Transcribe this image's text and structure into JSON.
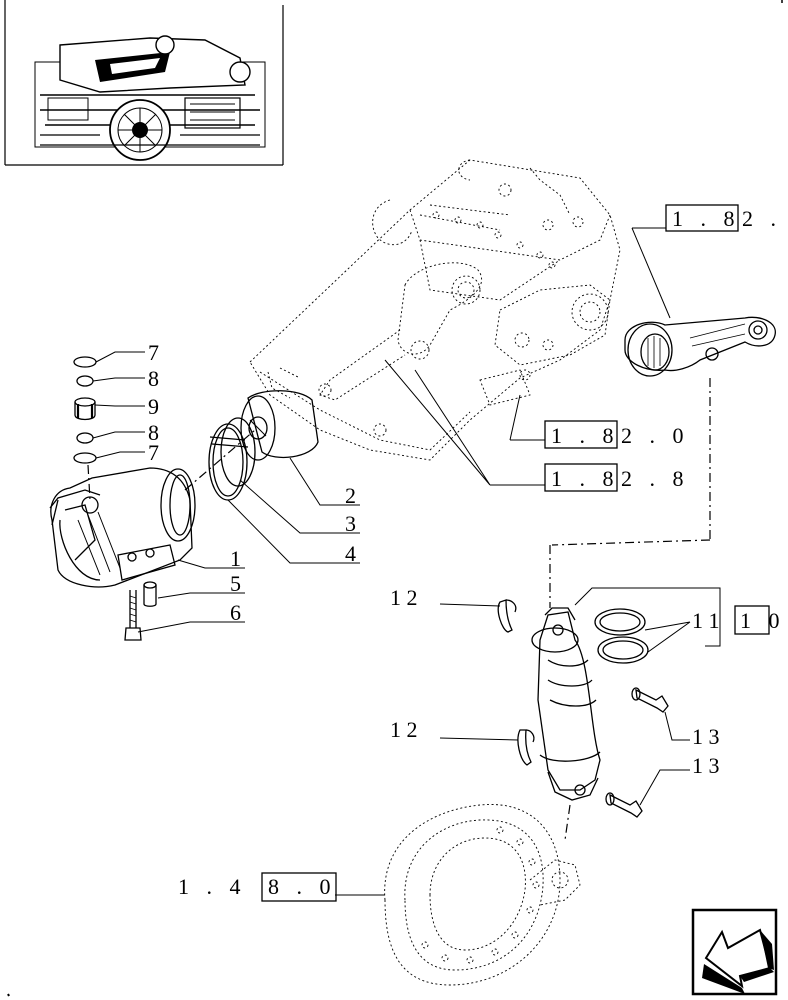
{
  "callouts": [
    {
      "id": "c7a",
      "text": "7"
    },
    {
      "id": "c8a",
      "text": "8"
    },
    {
      "id": "c9",
      "text": "9"
    },
    {
      "id": "c8b",
      "text": "8"
    },
    {
      "id": "c7b",
      "text": "7"
    },
    {
      "id": "c2",
      "text": "2"
    },
    {
      "id": "c3",
      "text": "3"
    },
    {
      "id": "c4",
      "text": "4"
    },
    {
      "id": "c1",
      "text": "1"
    },
    {
      "id": "c5",
      "text": "5"
    },
    {
      "id": "c6",
      "text": "6"
    },
    {
      "id": "c12a",
      "text": "1 2"
    },
    {
      "id": "c12b",
      "text": "1 2"
    },
    {
      "id": "c11",
      "text": "1 1"
    },
    {
      "id": "c13a",
      "text": "1 3"
    },
    {
      "id": "c13b",
      "text": "1 3"
    }
  ],
  "references": {
    "ref_1_82": {
      "boxed": "1 . 8",
      "rest": "2 ."
    },
    "ref_1_82_0": {
      "boxed": "1 . 8",
      "rest": "2 . 0"
    },
    "ref_1_82_8": {
      "boxed": "1 . 8",
      "rest": "2 . 8"
    },
    "ref_11_0": {
      "boxed": "1 0"
    },
    "ref_1_48_0": {
      "prefix": "1 . 4",
      "boxed": "8 . 0"
    }
  },
  "icons": {
    "thumbnail": "tractor-rear-axle-thumbnail",
    "nav": "previous-page-arrow-icon"
  }
}
